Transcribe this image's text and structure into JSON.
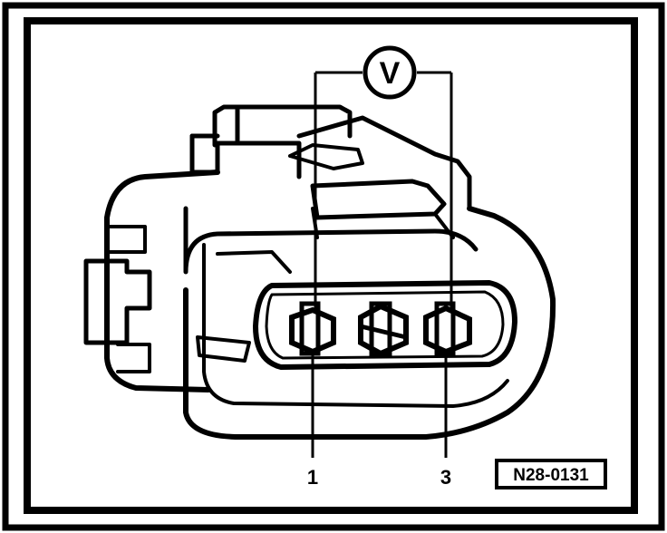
{
  "callout_letter": "V",
  "pin_labels": [
    "1",
    "3"
  ],
  "reference_code": "N28-0131"
}
